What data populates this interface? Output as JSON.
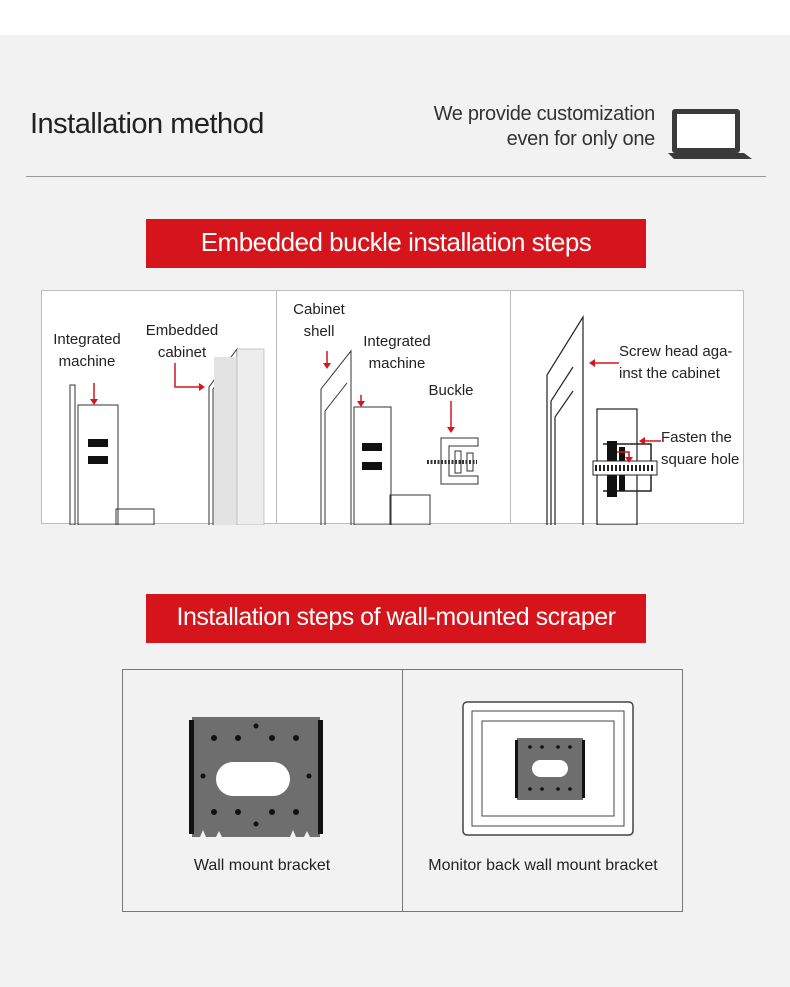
{
  "header": {
    "title": "Installation method",
    "tagline_line1": "We provide customization",
    "tagline_line2": "even for only one"
  },
  "section1": {
    "banner": "Embedded buckle installation steps",
    "panel1": {
      "label_integrated_1": "Integrated",
      "label_integrated_2": "machine",
      "label_embedded_1": "Embedded",
      "label_embedded_2": "cabinet"
    },
    "panel2": {
      "label_shell_1": "Cabinet",
      "label_shell_2": "shell",
      "label_integrated_1": "Integrated",
      "label_integrated_2": "machine",
      "label_buckle": "Buckle"
    },
    "panel3": {
      "label_screw_1": "Screw head aga-",
      "label_screw_2": "inst the cabinet",
      "label_fasten_1": "Fasten the",
      "label_fasten_2": "square hole"
    }
  },
  "section2": {
    "banner": "Installation steps of wall-mounted scraper",
    "left_caption": "Wall mount bracket",
    "right_caption": "Monitor back wall mount bracket"
  },
  "colors": {
    "accent": "#d6141b",
    "background": "#f2f2f2",
    "bracket": "#6e6e6e"
  }
}
